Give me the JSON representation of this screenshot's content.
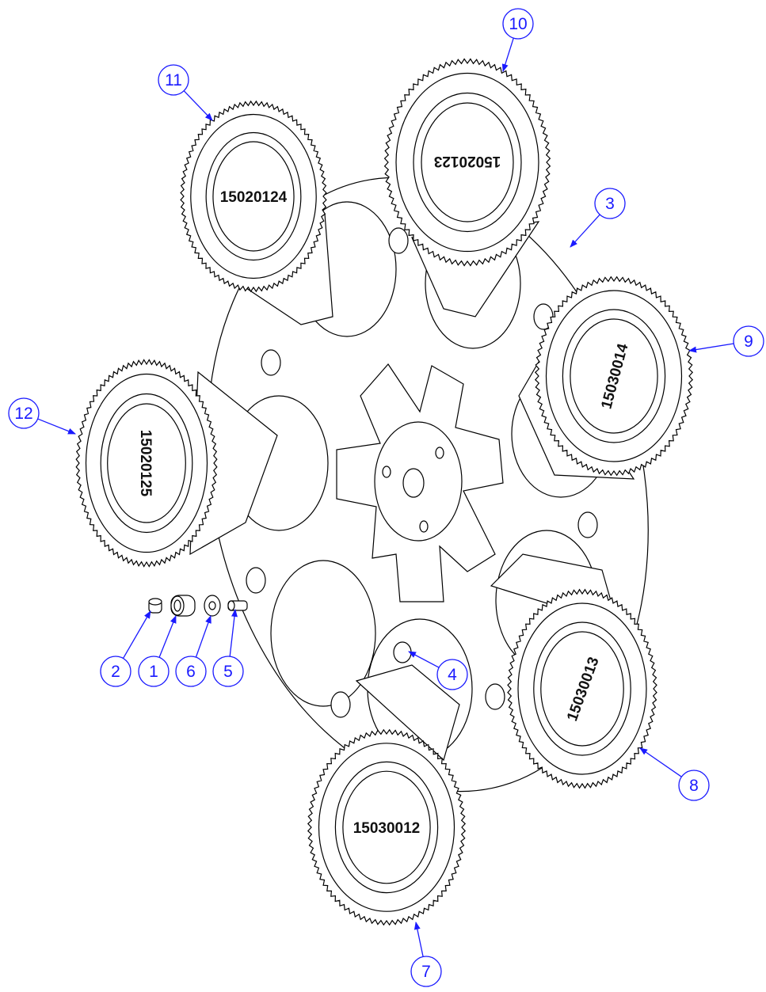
{
  "title": "",
  "colors": {
    "line": "#000000",
    "callout": "#1a1aff",
    "background": "#ffffff"
  },
  "wheels": [
    {
      "id": "wheel-top",
      "part_number": "15020123",
      "callout": "10"
    },
    {
      "id": "wheel-upper-left",
      "part_number": "15020124",
      "callout": "11"
    },
    {
      "id": "wheel-right",
      "part_number": "15030014",
      "callout": "9"
    },
    {
      "id": "wheel-left",
      "part_number": "15020125",
      "callout": "12"
    },
    {
      "id": "wheel-lower-right",
      "part_number": "15030013",
      "callout": "8"
    },
    {
      "id": "wheel-bottom",
      "part_number": "15030012",
      "callout": "7"
    }
  ],
  "callouts": [
    {
      "id": "callout-1",
      "label": "1",
      "part": "spacer-sleeve"
    },
    {
      "id": "callout-2",
      "label": "2",
      "part": "end-cap"
    },
    {
      "id": "callout-3",
      "label": "3",
      "part": "base-plate"
    },
    {
      "id": "callout-4",
      "label": "4",
      "part": "post"
    },
    {
      "id": "callout-5",
      "label": "5",
      "part": "screw"
    },
    {
      "id": "callout-6",
      "label": "6",
      "part": "washer"
    },
    {
      "id": "callout-7",
      "label": "7",
      "part": "gobo-wheel"
    },
    {
      "id": "callout-8",
      "label": "8",
      "part": "gobo-wheel"
    },
    {
      "id": "callout-9",
      "label": "9",
      "part": "gobo-wheel"
    },
    {
      "id": "callout-10",
      "label": "10",
      "part": "gobo-wheel"
    },
    {
      "id": "callout-11",
      "label": "11",
      "part": "gobo-wheel"
    },
    {
      "id": "callout-12",
      "label": "12",
      "part": "gobo-wheel"
    }
  ]
}
